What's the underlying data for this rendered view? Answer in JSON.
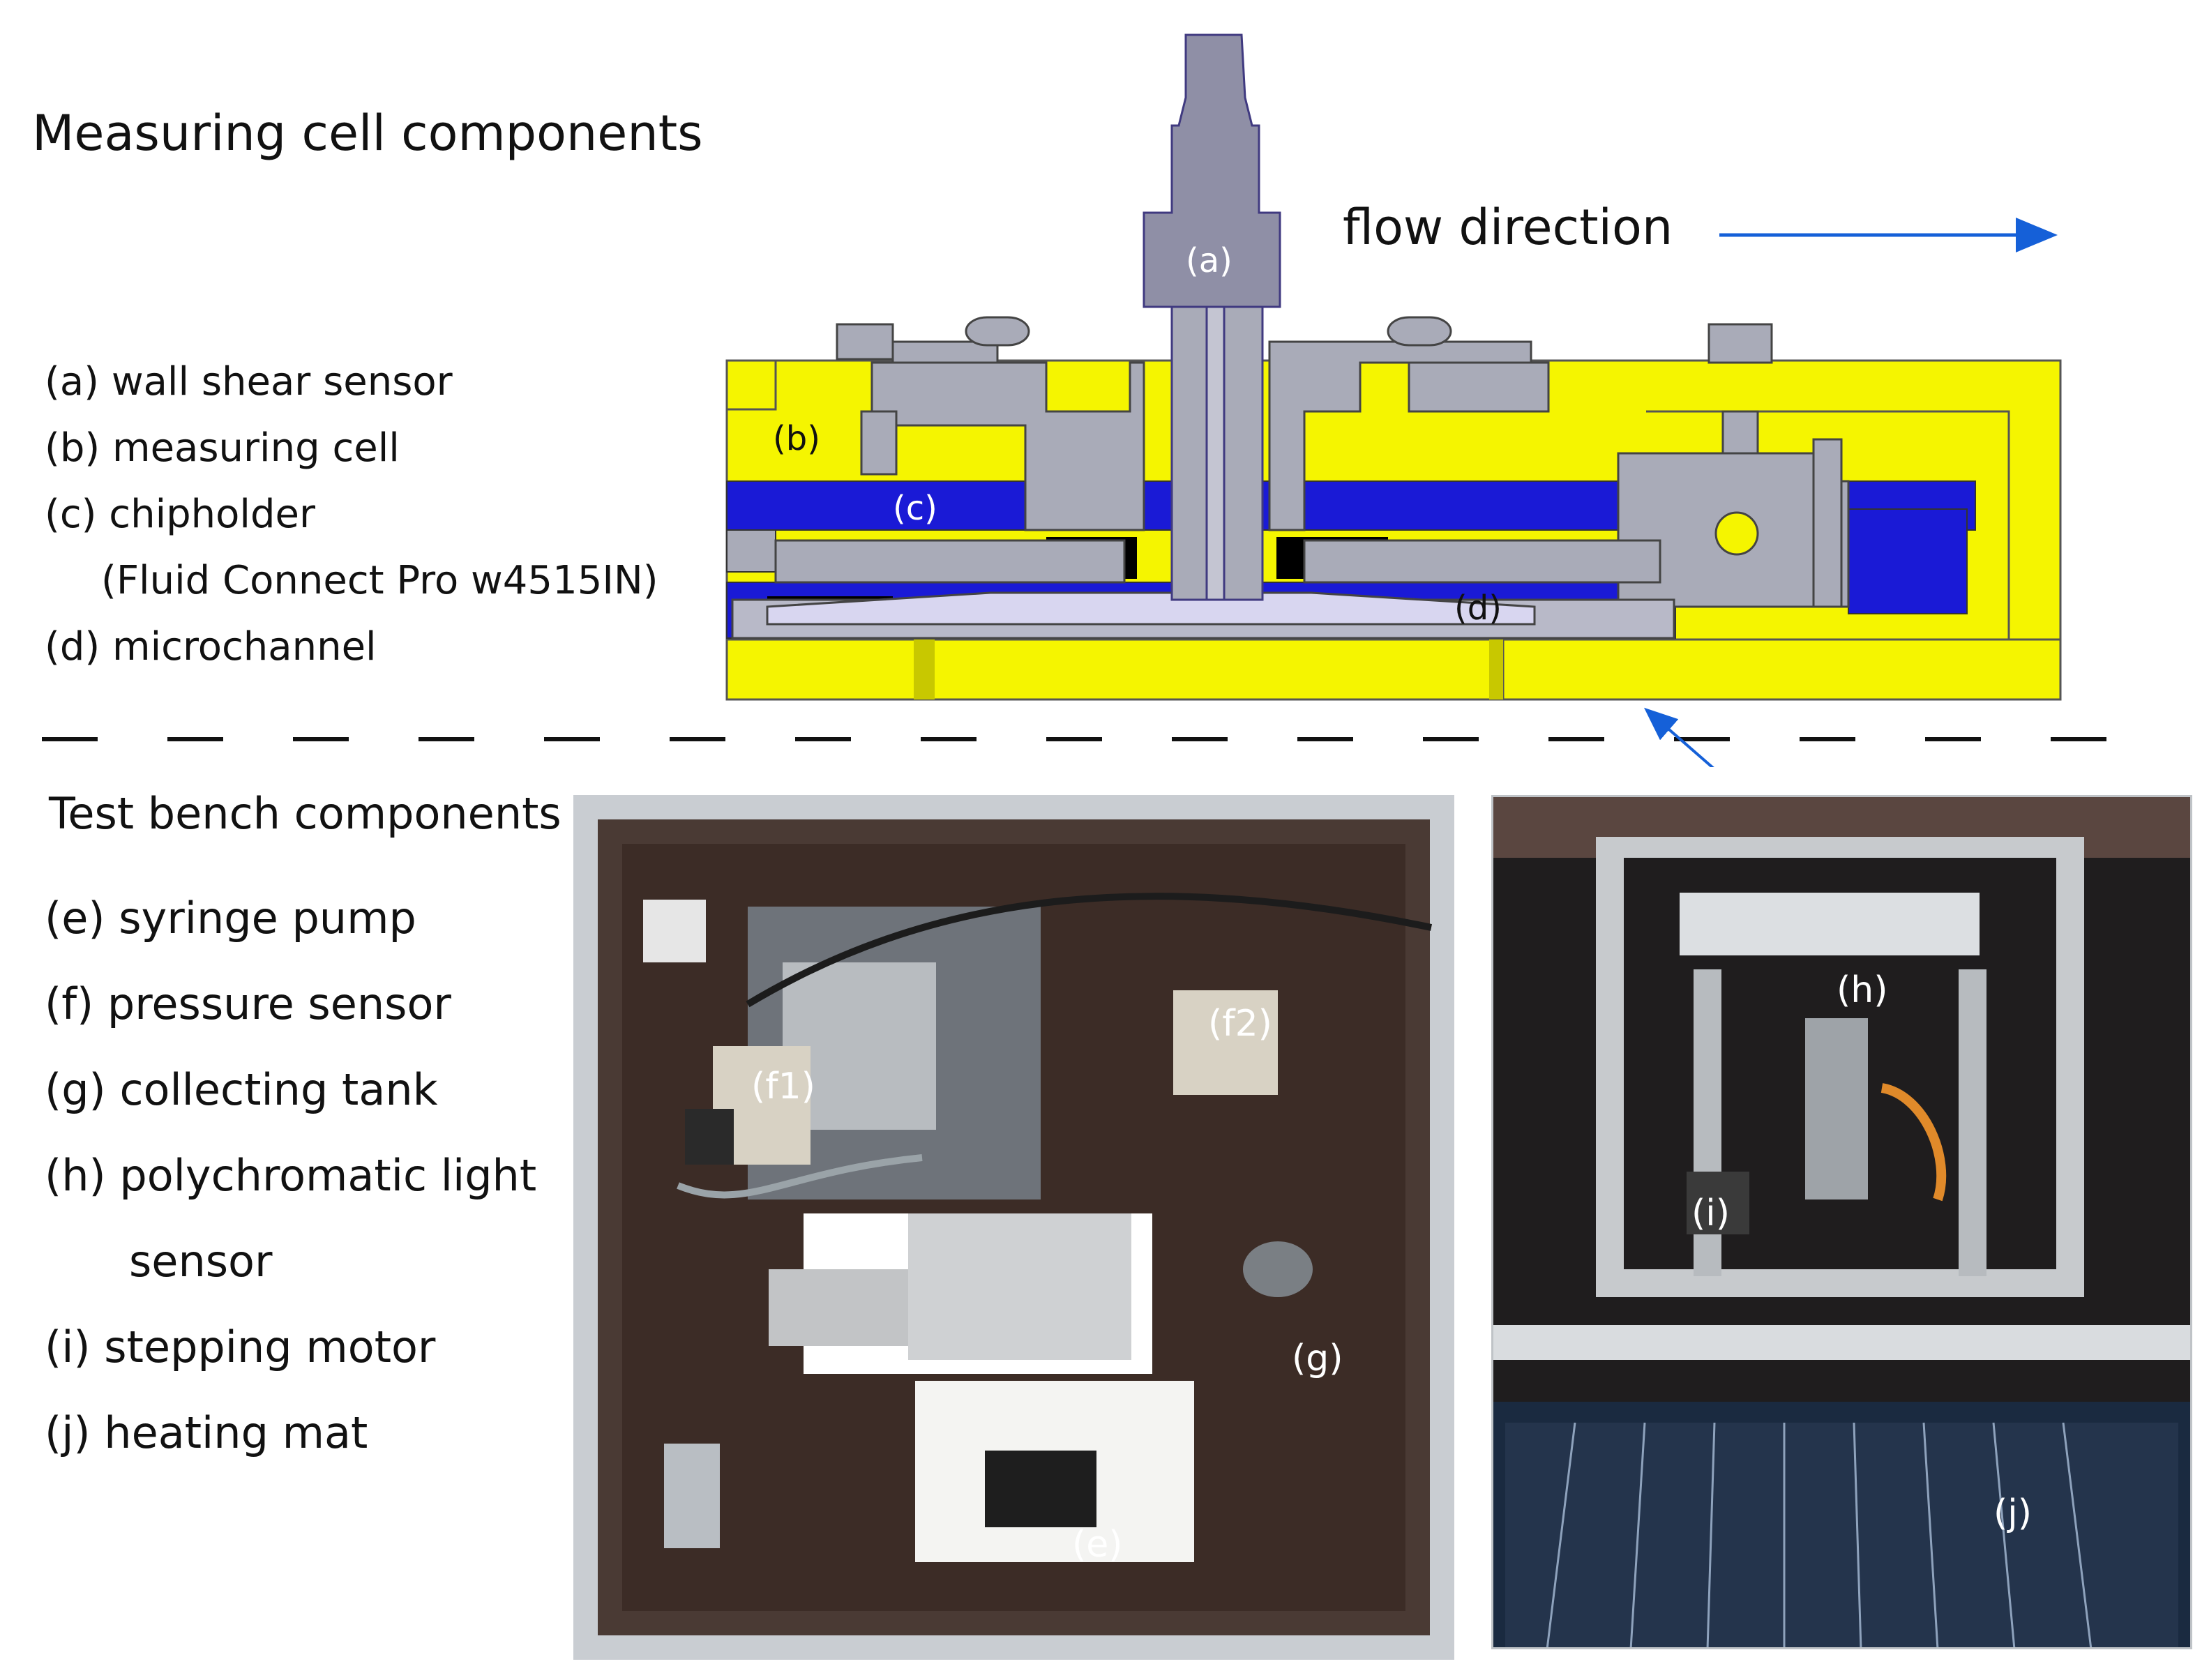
{
  "measuring_title": "Measuring cell components",
  "flow_label": "flow direction",
  "measuring_items": [
    "(a) wall shear sensor",
    "(b) measuring cell",
    "(c) chipholder",
    "(Fluid Connect Pro w4515IN)",
    "(d) microchannel"
  ],
  "cell_labels": {
    "a": "(a)",
    "b": "(b)",
    "c": "(c)",
    "d": "(d)"
  },
  "bench_title": "Test bench components",
  "bench_items": [
    "(e)  syringe pump",
    "(f)  pressure sensor",
    "(g)  collecting tank",
    "(h)  polychromatic light",
    "sensor",
    "(i)  stepping motor",
    "(j)  heating mat"
  ],
  "photo_labels": {
    "e": "(e)",
    "f1": "(f1)",
    "f2": "(f2)",
    "g": "(g)",
    "h": "(h)",
    "i": "(i)",
    "j": "(j)"
  },
  "colors": {
    "yellow": "#f5f500",
    "blue": "#1a1ad6",
    "grey": "#a9abb8",
    "arrow": "#1560d8"
  }
}
